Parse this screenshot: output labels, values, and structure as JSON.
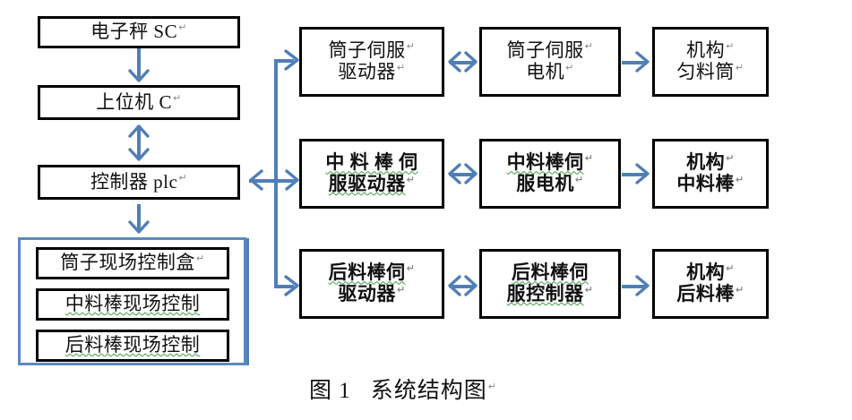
{
  "figure": {
    "caption_number": "图 1",
    "caption_title": "系统结构图",
    "caption_pilcrow": "↵"
  },
  "colors": {
    "box_border": "#000000",
    "group_border": "#5b89bf",
    "connector": "#4f7fb5",
    "spellcheck_underline": "#3f9b45",
    "background": "#ffffff",
    "text": "#111111"
  },
  "left_column": {
    "nodes": [
      {
        "id": "scale",
        "label": "电子秤 SC",
        "pilcrow": "↵",
        "bold": false,
        "spellcheck": false
      },
      {
        "id": "host-pc",
        "label": "上位机 C",
        "pilcrow": "↵",
        "bold": false,
        "spellcheck": false
      },
      {
        "id": "controller",
        "label": "控制器 plc",
        "pilcrow": "↵",
        "bold": false,
        "spellcheck": false
      }
    ]
  },
  "field_control_group": {
    "id": "field-control-group",
    "items": [
      {
        "id": "bobbin-field-box",
        "label": "筒子现场控制盒",
        "pilcrow": "↵",
        "spellcheck": false
      },
      {
        "id": "mid-rod-field-ctrl",
        "label": "中料棒现场控制",
        "pilcrow": "",
        "spellcheck": true
      },
      {
        "id": "rear-rod-field-ctrl",
        "label": "后料棒现场控制",
        "pilcrow": "",
        "spellcheck": true
      }
    ]
  },
  "servo_grid": {
    "column_headers": [
      "驱动器",
      "电机",
      "机构"
    ],
    "rows": [
      {
        "id": "row-bobbin",
        "bold": false,
        "cells": [
          {
            "id": "bobbin-servo-driver",
            "lines": [
              "筒子伺服",
              "驱动器"
            ],
            "pilcrows": [
              "↵",
              "↵"
            ],
            "spellcheck": [
              false,
              false
            ]
          },
          {
            "id": "bobbin-servo-motor",
            "lines": [
              "筒子伺服",
              "电机"
            ],
            "pilcrows": [
              "↵",
              "↵"
            ],
            "spellcheck": [
              false,
              false
            ]
          },
          {
            "id": "bobbin-mechanism",
            "lines": [
              "机构",
              "匀料筒"
            ],
            "pilcrows": [
              "↵",
              "↵"
            ],
            "spellcheck": [
              false,
              false
            ]
          }
        ],
        "link_1_2": "double",
        "link_2_3": "single"
      },
      {
        "id": "row-mid-rod",
        "bold": true,
        "cells": [
          {
            "id": "mid-rod-servo-driver",
            "lines": [
              "中 料 棒 伺",
              "服驱动器"
            ],
            "pilcrows": [
              "",
              "↵"
            ],
            "spellcheck": [
              true,
              true
            ]
          },
          {
            "id": "mid-rod-servo-motor",
            "lines": [
              "中料棒伺",
              "服电机"
            ],
            "pilcrows": [
              "↵",
              "↵"
            ],
            "spellcheck": [
              true,
              false
            ]
          },
          {
            "id": "mid-rod-mechanism",
            "lines": [
              "机构",
              "中料棒"
            ],
            "pilcrows": [
              "↵",
              "↵"
            ],
            "spellcheck": [
              false,
              false
            ]
          }
        ],
        "link_1_2": "double",
        "link_2_3": "single"
      },
      {
        "id": "row-rear-rod",
        "bold": true,
        "cells": [
          {
            "id": "rear-rod-servo-driver",
            "lines": [
              "后料棒伺",
              "驱动器"
            ],
            "pilcrows": [
              "↵",
              "↵"
            ],
            "spellcheck": [
              true,
              false
            ]
          },
          {
            "id": "rear-rod-servo-controller",
            "lines": [
              "后料棒伺",
              "服控制器"
            ],
            "pilcrows": [
              "",
              "↵"
            ],
            "spellcheck": [
              true,
              true
            ]
          },
          {
            "id": "rear-rod-mechanism",
            "lines": [
              "机构",
              "后料棒"
            ],
            "pilcrows": [
              "↵",
              "↵"
            ],
            "spellcheck": [
              false,
              false
            ]
          }
        ],
        "link_1_2": "double",
        "link_2_3": "single"
      }
    ]
  },
  "connectors": {
    "scale_to_host": "single-down",
    "host_to_controller": "double-vertical",
    "controller_to_field_group": "single-down",
    "controller_to_bus": "double-horizontal",
    "bus_to_rows": "single-right"
  }
}
